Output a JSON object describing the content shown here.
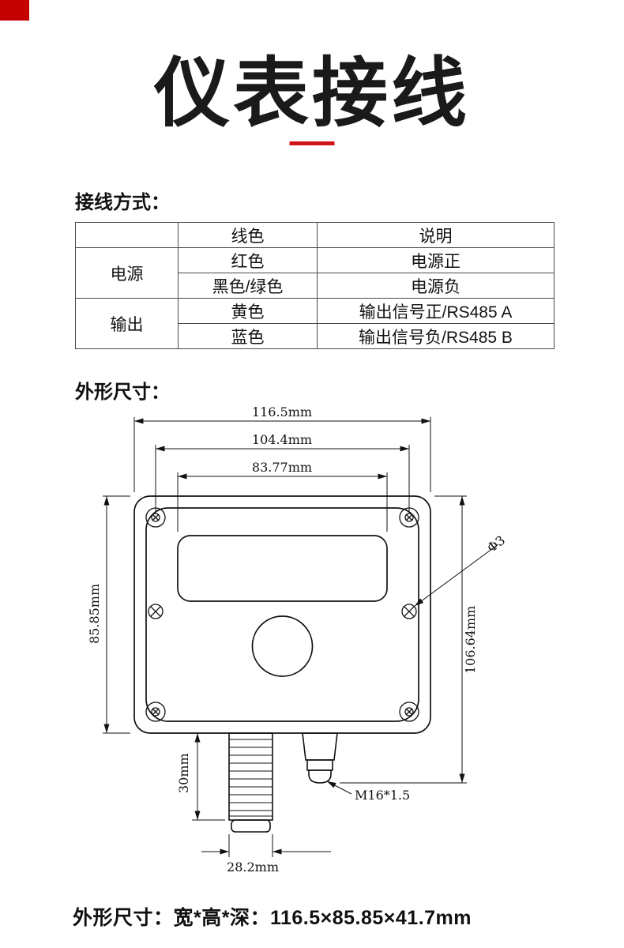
{
  "colors": {
    "accent_red": "#d0121b",
    "line_black": "#111111"
  },
  "page": {
    "title": "仪表接线",
    "section_wiring": "接线方式：",
    "section_dimensions": "外形尺寸：",
    "footer": "外形尺寸：宽*高*深：116.5×85.85×41.7mm"
  },
  "wiring_table": {
    "headers": {
      "group": "",
      "color": "线色",
      "desc": "说明"
    },
    "groups": [
      {
        "label": "电源",
        "rows": [
          {
            "color": "红色",
            "desc": "电源正"
          },
          {
            "color": "黑色/绿色",
            "desc": "电源负"
          }
        ]
      },
      {
        "label": "输出",
        "rows": [
          {
            "color": "黄色",
            "desc": "输出信号正/RS485 A"
          },
          {
            "color": "蓝色",
            "desc": "输出信号负/RS485 B"
          }
        ]
      }
    ]
  },
  "drawing": {
    "dims": {
      "width_outer": "116.5mm",
      "width_screw_span": "104.4mm",
      "width_window": "83.77mm",
      "height_body": "85.85mm",
      "height_total": "106.64mm",
      "probe_length": "30mm",
      "probe_width": "28.2mm",
      "hole_diameter": "Φ3",
      "gland_thread": "M16*1.5"
    }
  }
}
